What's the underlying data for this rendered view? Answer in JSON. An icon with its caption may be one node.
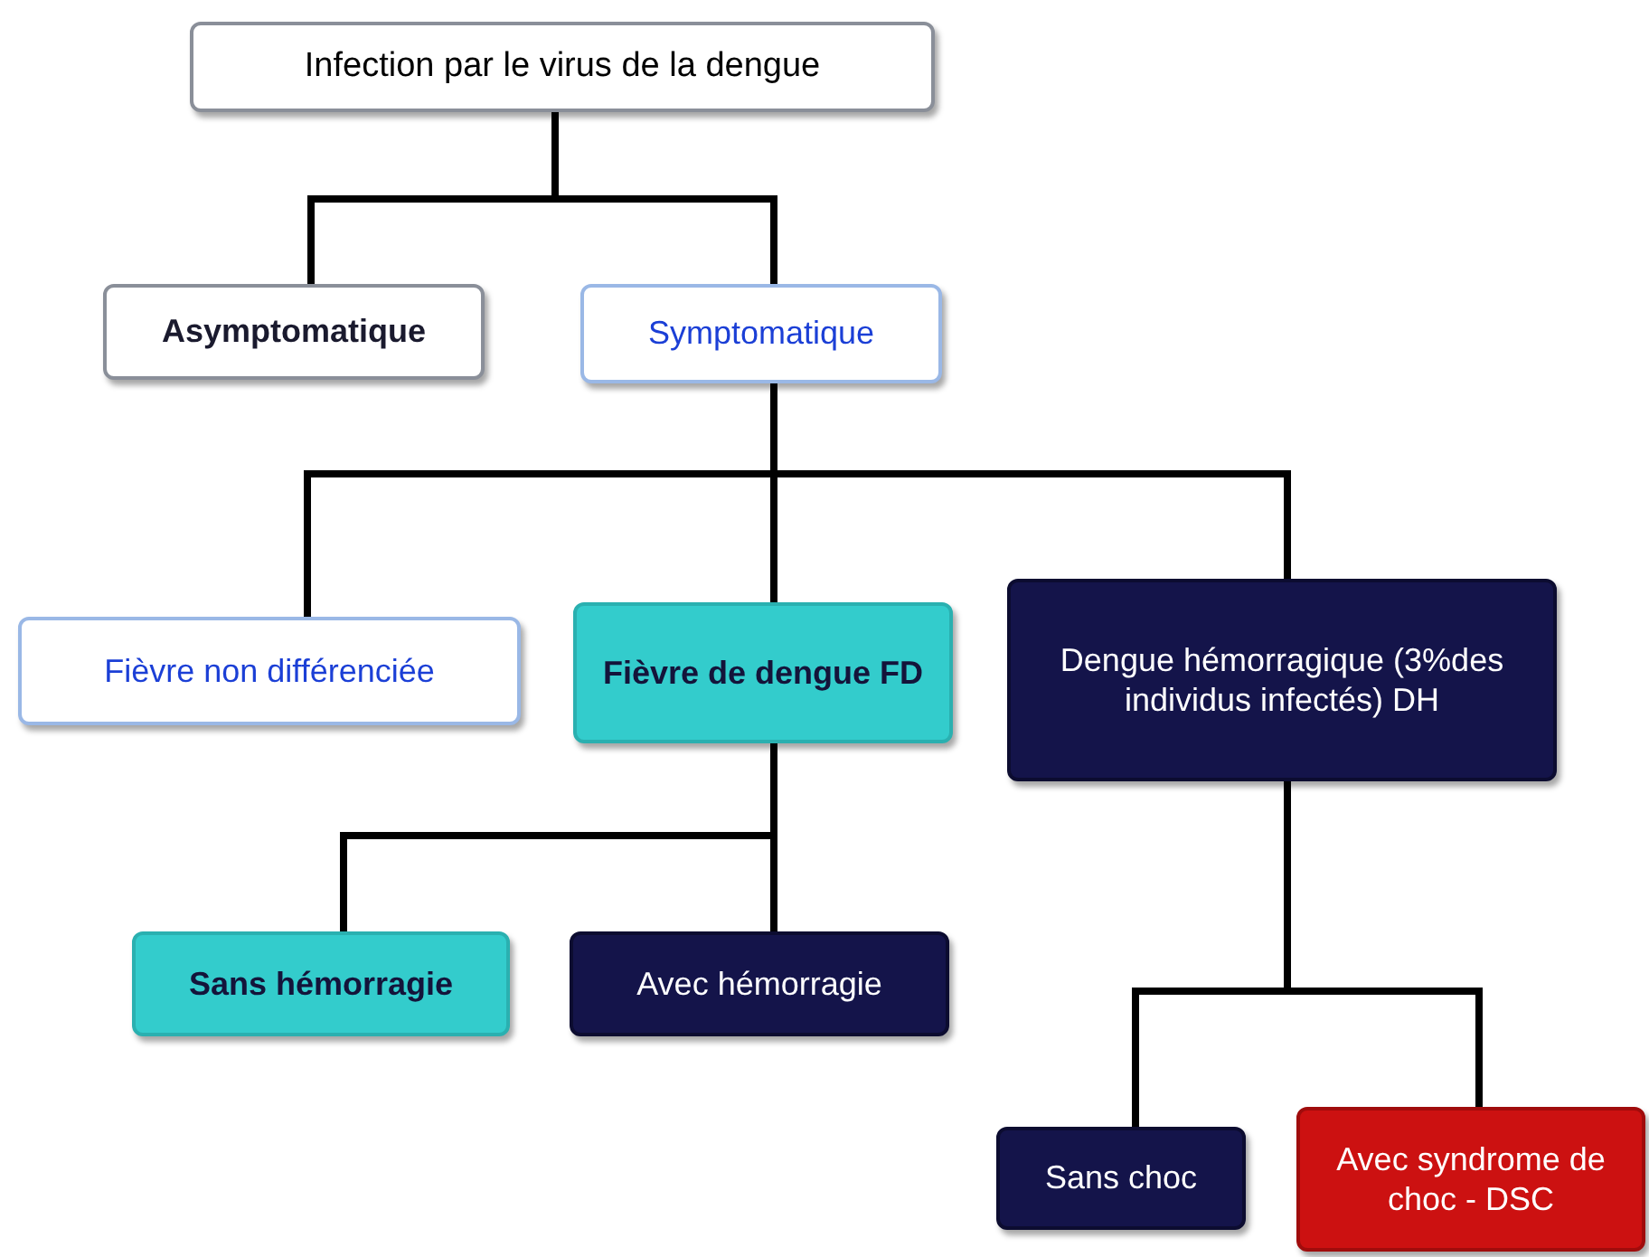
{
  "diagram": {
    "nodes": [
      {
        "text": [
          "Infection par le virus de la dengue"
        ]
      },
      {
        "text": [
          "Asymptomatique"
        ]
      },
      {
        "text": [
          "Symptomatique"
        ]
      },
      {
        "text": [
          "Fièvre non différenciée"
        ]
      },
      {
        "text": [
          "Fièvre de dengue FD"
        ]
      },
      {
        "text": [
          "Dengue hémorragique (3%des individus infectés) DH"
        ]
      },
      {
        "text": [
          "Sans hémorragie"
        ]
      },
      {
        "text": [
          "Avec hémorragie"
        ]
      },
      {
        "text": [
          "Sans choc"
        ]
      },
      {
        "text": [
          "Avec syndrome de choc - DSC"
        ]
      }
    ],
    "edges": [
      {
        "from": 0,
        "to": 1,
        "arrow": "none"
      },
      {
        "from": 0,
        "to": 2,
        "arrow": "none"
      },
      {
        "from": 2,
        "to": 3,
        "arrow": "none"
      },
      {
        "from": 2,
        "to": 4,
        "arrow": "none"
      },
      {
        "from": 2,
        "to": 5,
        "arrow": "none"
      },
      {
        "from": 4,
        "to": 6,
        "arrow": "none"
      },
      {
        "from": 4,
        "to": 7,
        "arrow": "none"
      },
      {
        "from": 5,
        "to": 8,
        "arrow": "none"
      },
      {
        "from": 5,
        "to": 9,
        "arrow": "none"
      }
    ]
  }
}
